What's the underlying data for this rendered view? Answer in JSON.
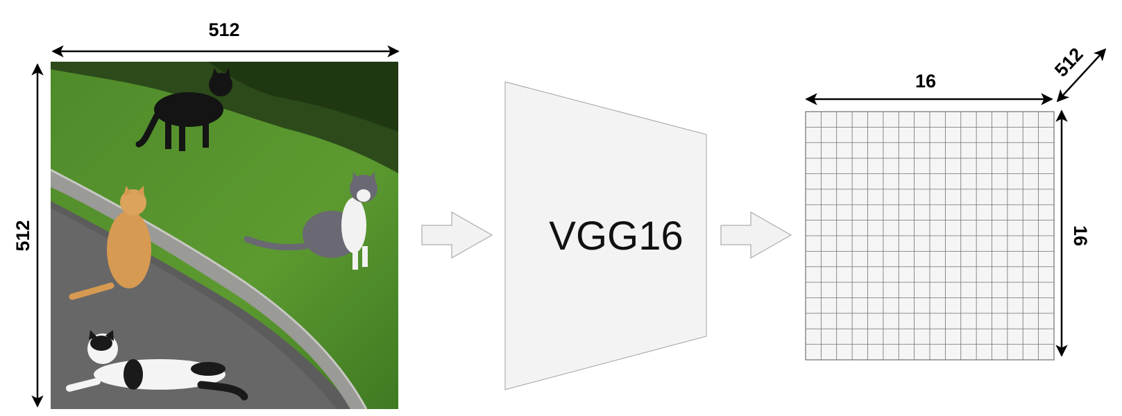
{
  "input_image": {
    "width_label": "512",
    "height_label": "512",
    "description_icon": "photo-of-cats-on-grass"
  },
  "network": {
    "label": "VGG16"
  },
  "feature_map": {
    "width_label": "16",
    "height_label": "16",
    "depth_label": "512",
    "grid_rows": 16,
    "grid_cols": 16
  },
  "colors": {
    "arrow_fill": "#f2f2f2",
    "arrow_stroke": "#9a9a9a",
    "trapezoid_fill": "#f3f3f3",
    "grid_fill": "#f5f5f5",
    "grid_line": "#6e6e6e",
    "dimension_line": "#000000"
  }
}
